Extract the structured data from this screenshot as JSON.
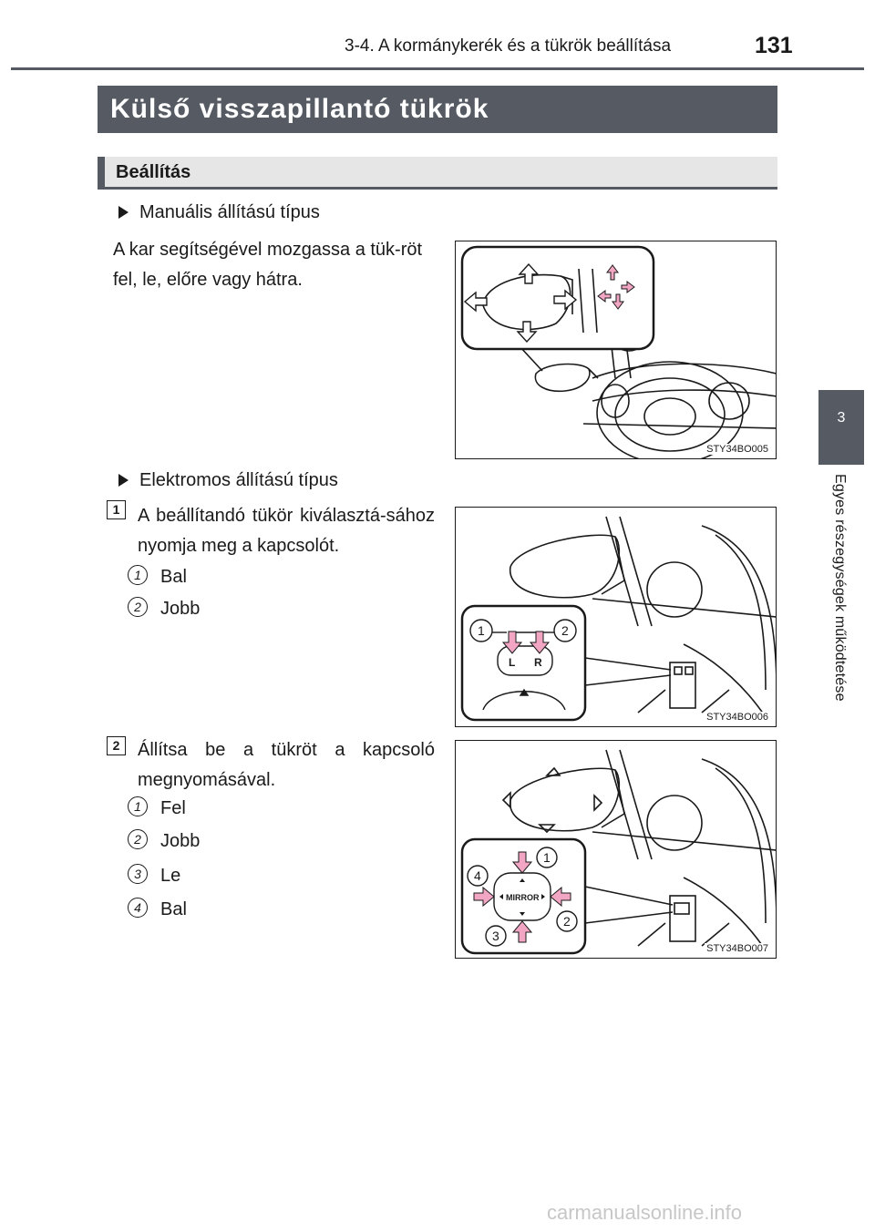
{
  "header": {
    "section_title": "3-4. A kormánykerék és a tükrök beállítása",
    "page_number": "131"
  },
  "side_tab": {
    "chapter": "3",
    "chapter_title": "Egyes részegységek működtetése"
  },
  "title": "Külső visszapillantó tükrök",
  "subtitle": "Beállítás",
  "manual": {
    "heading": "Manuális állítású típus",
    "text": "A kar segítségével mozgassa a tük-röt fel, le, előre vagy hátra.",
    "figure_code": "STY34BO005"
  },
  "electric": {
    "heading": "Elektromos állítású típus",
    "step1": {
      "number": "1",
      "text": "A beállítandó tükör kiválasztá-sához nyomja meg a kapcsolót.",
      "items": [
        {
          "num": "1",
          "label": "Bal"
        },
        {
          "num": "2",
          "label": "Jobb"
        }
      ],
      "figure_code": "STY34BO006",
      "switch_left": "L",
      "switch_right": "R"
    },
    "step2": {
      "number": "2",
      "text": "Állítsa be a tükröt a kapcsoló megnyomásával.",
      "items": [
        {
          "num": "1",
          "label": "Fel"
        },
        {
          "num": "2",
          "label": "Jobb"
        },
        {
          "num": "3",
          "label": "Le"
        },
        {
          "num": "4",
          "label": "Bal"
        }
      ],
      "figure_code": "STY34BO007",
      "switch_label": "MIRROR"
    }
  },
  "watermark": "carmanualsonline.info",
  "colors": {
    "header_bar": "#555a63",
    "subtitle_bg": "#e6e6e6",
    "arrow_pink": "#f2a6c4"
  }
}
